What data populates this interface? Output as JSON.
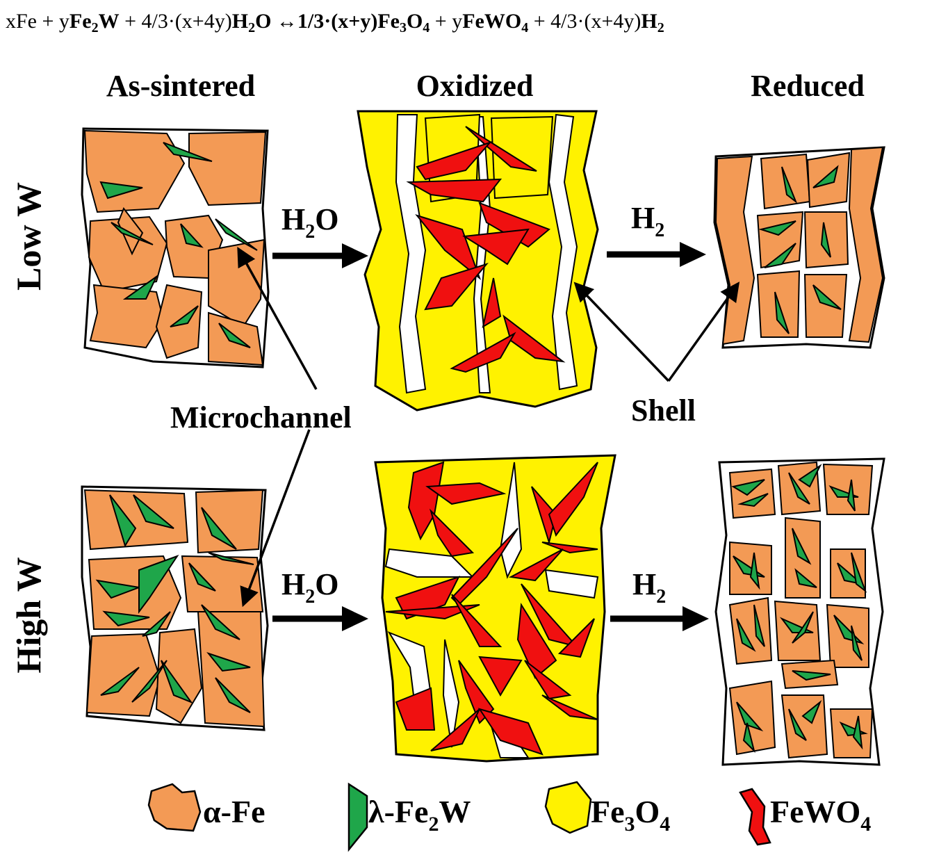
{
  "equation": {
    "t1": "xFe + y",
    "t2": "Fe",
    "t3": "2",
    "t4": "W",
    "t5": " + 4/3·(x+4y)",
    "t6": "H",
    "t7": "2",
    "t8": "O ↔1/3·(x+y)",
    "t9": "Fe",
    "t10": "3",
    "t11": "O",
    "t12": "4",
    "t13": " + y",
    "t14": "FeWO",
    "t15": "4",
    "t16": " + 4/3·(x+4y)",
    "t17": "H",
    "t18": "2"
  },
  "columns": {
    "as_sintered": "As-sintered",
    "oxidized": "Oxidized",
    "reduced": "Reduced"
  },
  "rows": {
    "low_w": "Low W",
    "high_w": "High W"
  },
  "arrows": {
    "oxidation_h": "H",
    "oxidation_sub": "2",
    "oxidation_o": "O",
    "reduction_h": "H",
    "reduction_sub": "2"
  },
  "annotations": {
    "microchannel": "Microchannel",
    "shell": "Shell"
  },
  "legend": {
    "alpha_fe": "α-Fe",
    "fe2w_main": "λ-Fe",
    "fe2w_sub": "2",
    "fe2w_end": "W",
    "fe3o4_a": "Fe",
    "fe3o4_b": "3",
    "fe3o4_c": "O",
    "fe3o4_d": "4",
    "fewo4_a": "FeWO",
    "fewo4_b": "4"
  },
  "colors": {
    "alpha_fe": "#F39A55",
    "fe2w": "#1FA64A",
    "fe3o4": "#FFF200",
    "fewo4": "#F01010",
    "outline": "#000000",
    "background": "#FFFFFF"
  }
}
